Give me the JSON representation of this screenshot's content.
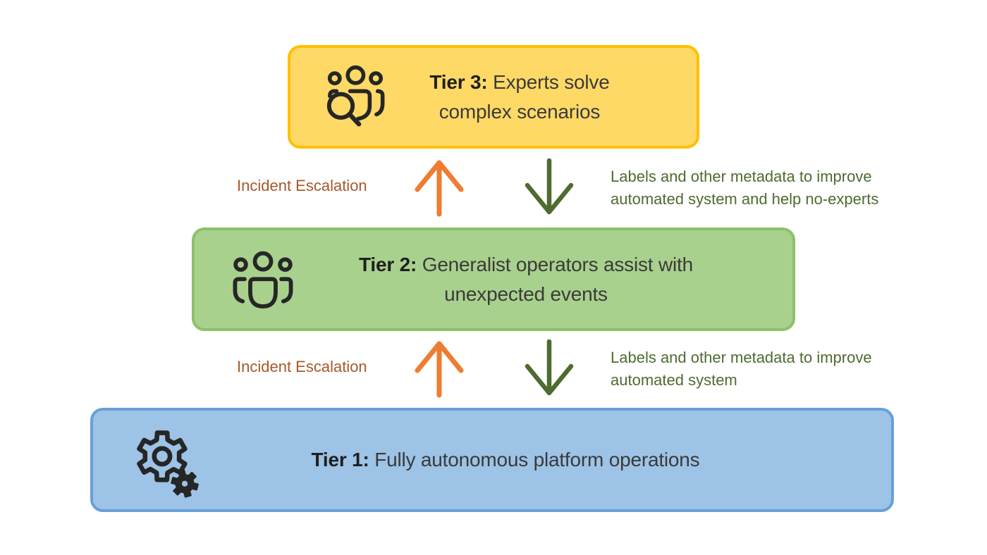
{
  "diagram": {
    "title": "Tiered operations escalation diagram",
    "tiers": [
      {
        "id": "tier-3",
        "label_bold": "Tier 3:",
        "label_rest": " Experts solve complex scenarios",
        "icon": "people-search-icon"
      },
      {
        "id": "tier-2",
        "label_bold": "Tier 2:",
        "label_rest": " Generalist operators assist with unexpected events",
        "icon": "people-team-icon"
      },
      {
        "id": "tier-1",
        "label_bold": "Tier 1:",
        "label_rest": " Fully autonomous platform operations",
        "icon": "gears-icon"
      }
    ],
    "flows": [
      {
        "from": "tier-2",
        "to": "tier-3",
        "escalation_label": "Incident Escalation",
        "escalation_icon": "arrow-up-icon",
        "feedback_label": "Labels and other metadata to improve automated system and help no-experts",
        "feedback_icon": "arrow-down-icon"
      },
      {
        "from": "tier-1",
        "to": "tier-2",
        "escalation_label": "Incident Escalation",
        "escalation_icon": "arrow-up-icon",
        "feedback_label": "Labels and other metadata to improve automated system",
        "feedback_icon": "arrow-down-icon"
      }
    ],
    "colors": {
      "t3_fill": "#FFD966",
      "t3_border": "#FFC000",
      "t2_fill": "#A9D18E",
      "t2_border": "#8DC16A",
      "t1_fill": "#9DC3E6",
      "t1_border": "#67A0D8",
      "orange": "#ED7D31",
      "dark_green": "#4E6B30",
      "rust": "#A6592B",
      "title_text": "#1F1F1F",
      "body_text": "#3A3A3A",
      "icon_ink": "#262626",
      "background": "#FFFFFF"
    }
  }
}
